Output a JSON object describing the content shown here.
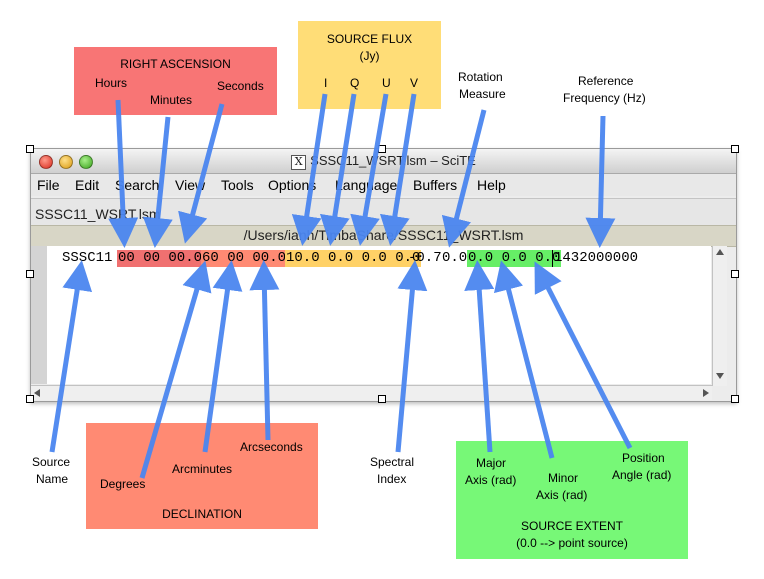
{
  "annotations": {
    "right_ascension": {
      "title": "RIGHT ASCENSION",
      "hours": "Hours",
      "minutes": "Minutes",
      "seconds": "Seconds"
    },
    "source_flux": {
      "title_line1": "SOURCE FLUX",
      "title_line2": "(Jy)",
      "i": "I",
      "q": "Q",
      "u": "U",
      "v": "V"
    },
    "rotation_measure": {
      "line1": "Rotation",
      "line2": "Measure"
    },
    "reference_frequency": {
      "line1": "Reference",
      "line2": "Frequency (Hz)"
    },
    "source_name": {
      "line1": "Source",
      "line2": "Name"
    },
    "declination": {
      "title": "DECLINATION",
      "degrees": "Degrees",
      "arcminutes": "Arcminutes",
      "arcseconds": "Arcseconds"
    },
    "spectral_index": {
      "line1": "Spectral",
      "line2": "Index"
    },
    "source_extent": {
      "title_line1": "SOURCE EXTENT",
      "title_line2": "(0.0 --> point source)",
      "major1": "Major",
      "major2": "Axis (rad)",
      "minor1": "Minor",
      "minor2": "Axis (rad)",
      "pa1": "Position",
      "pa2": "Angle (rad)"
    }
  },
  "window": {
    "title": "SSSC11_WSRT.lsm – SciTE",
    "x_icon": "X",
    "menus": [
      "File",
      "Edit",
      "Search",
      "View",
      "Tools",
      "Options",
      "Language",
      "Buffers",
      "Help"
    ],
    "tab": "SSSC11_WSRT.lsm",
    "path": "/Users/ianh/TimbaShare/SSSC11_WSRT.lsm",
    "line": {
      "name": "SSSC11",
      "ra": "00 00 00.0",
      "dec": "60 00 00.0",
      "flux": "10.0 0.0 0.0 0.0",
      "spi": "-0.7",
      "rm": "0.0",
      "extent": "0.0 0.0 0.0",
      "freq": "1432000000"
    }
  },
  "colors": {
    "ra_box": "#f87575",
    "flux_box": "#ffdd77",
    "dec_box": "#ff8a73",
    "extent_box": "#77f877",
    "arrow": "#4b86f0",
    "ra_hl": "#f07070",
    "flux_hl": "#ffd166",
    "dec_hl": "#ff8a73",
    "extent_hl": "#66ee66"
  }
}
